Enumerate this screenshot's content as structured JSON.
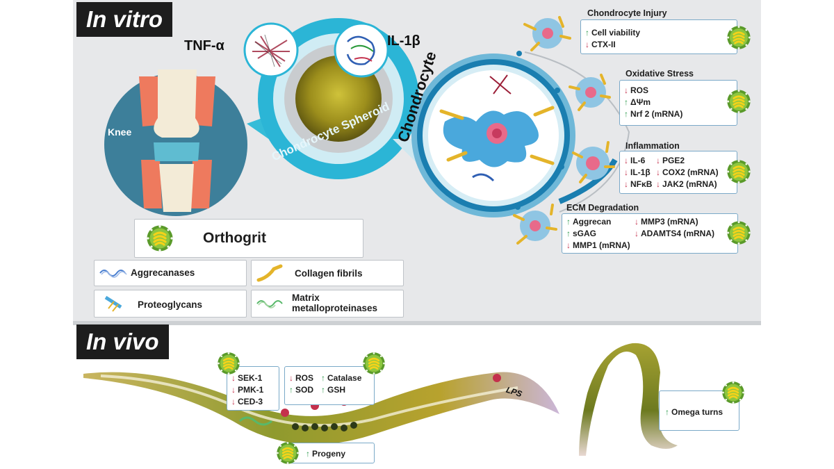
{
  "sections": {
    "in_vitro": "In vitro",
    "in_vivo": "In vivo"
  },
  "in_vitro": {
    "knee_label": "Knee",
    "stimuli": [
      "TNF-α",
      "IL-1β"
    ],
    "spheroid_label": "Chondrocyte Spheroid",
    "chondrocyte_label": "Chondrocyte",
    "effects": [
      {
        "title": "Chondrocyte Injury",
        "items": [
          {
            "dir": "up",
            "text": "Cell viability"
          },
          {
            "dir": "down",
            "text": "CTX-II"
          }
        ]
      },
      {
        "title": "Oxidative Stress",
        "items": [
          {
            "dir": "down",
            "text": "ROS"
          },
          {
            "dir": "up",
            "text": "ΔΨm"
          },
          {
            "dir": "up",
            "text": "Nrf 2 (mRNA)"
          }
        ]
      },
      {
        "title": "Inflammation",
        "items": [
          {
            "dir": "down",
            "text": "IL-6"
          },
          {
            "dir": "down",
            "text": "PGE2"
          },
          {
            "dir": "down",
            "text": "IL-1β"
          },
          {
            "dir": "down",
            "text": "COX2 (mRNA)"
          },
          {
            "dir": "down",
            "text": "NFκB"
          },
          {
            "dir": "down",
            "text": "JAK2 (mRNA)"
          }
        ]
      },
      {
        "title": "ECM Degradation",
        "items": [
          {
            "dir": "up",
            "text": "Aggrecan"
          },
          {
            "dir": "down",
            "text": "MMP3 (mRNA)"
          },
          {
            "dir": "up",
            "text": "sGAG"
          },
          {
            "dir": "down",
            "text": "ADAMTS4 (mRNA)"
          },
          {
            "dir": "down",
            "text": "MMP1 (mRNA)"
          }
        ]
      }
    ],
    "legend": {
      "drug": "Orthogrit",
      "items": [
        "Aggrecanases",
        "Collagen fibrils",
        "Proteoglycans",
        "Matrix metalloproteinases"
      ]
    }
  },
  "in_vivo": {
    "lps_label": "LPS",
    "box_genes": [
      {
        "dir": "down",
        "text": "SEK-1"
      },
      {
        "dir": "down",
        "text": "PMK-1"
      },
      {
        "dir": "down",
        "text": "CED-3"
      }
    ],
    "box_oxidative": [
      {
        "dir": "down",
        "text": "ROS"
      },
      {
        "dir": "up",
        "text": "Catalase"
      },
      {
        "dir": "up",
        "text": "SOD"
      },
      {
        "dir": "up",
        "text": "GSH"
      }
    ],
    "box_progeny": [
      {
        "dir": "up",
        "text": "Progeny"
      }
    ],
    "box_omega": [
      {
        "dir": "up",
        "text": "Omega turns"
      }
    ]
  },
  "colors": {
    "up": "#2d9a4d",
    "down": "#c4304c",
    "accent": "#2bb5d6",
    "box_border": "#7aa9c8"
  }
}
